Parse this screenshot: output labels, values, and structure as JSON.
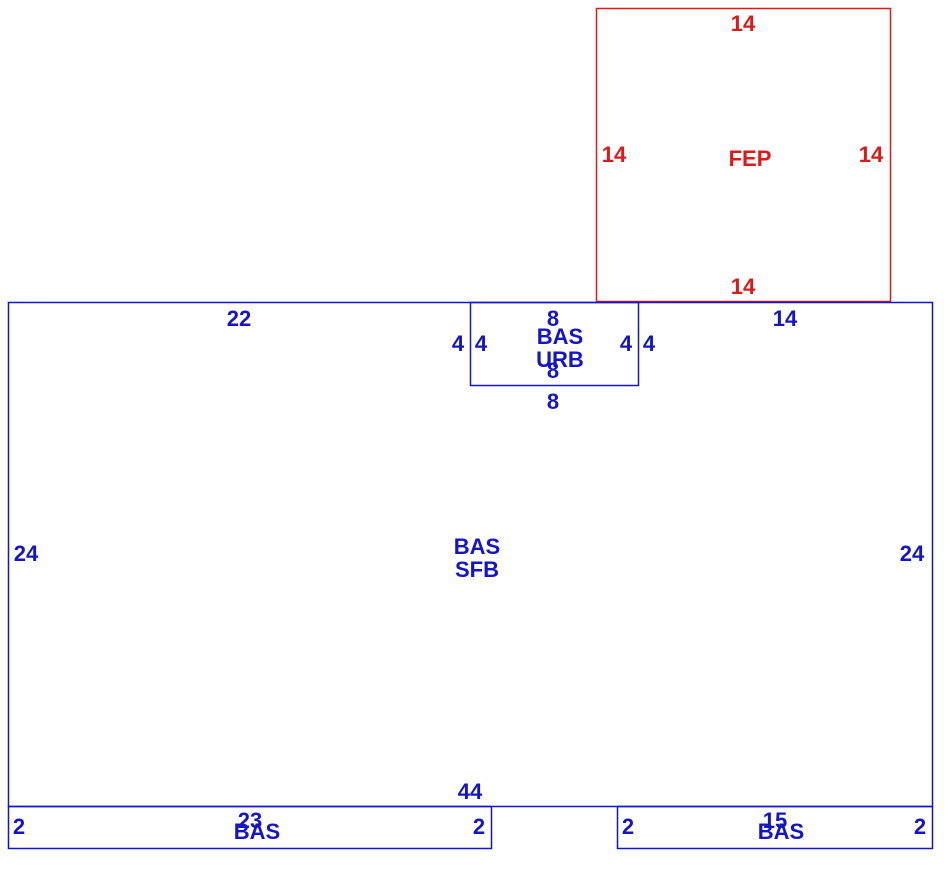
{
  "colors": {
    "main": "#1515c8",
    "porch": "#dd1a1a",
    "background": "#ffffff"
  },
  "porch": {
    "code": "FEP",
    "top": "14",
    "bottom": "14",
    "left": "14",
    "right": "14"
  },
  "main_area": {
    "code_line1": "BAS",
    "code_line2": "SFB",
    "top_left": "22",
    "top_right": "14",
    "left": "24",
    "right": "24",
    "bottom": "44"
  },
  "bay": {
    "code_line1": "BAS",
    "code_line2": "URB",
    "top": "8",
    "inner_bottom": "8",
    "outer_bottom": "8",
    "left_outer": "4",
    "left_inner": "4",
    "right_inner": "4",
    "right_outer": "4"
  },
  "strip_left": {
    "code": "BAS",
    "length": "23",
    "left": "2",
    "right": "2"
  },
  "strip_right": {
    "code": "BAS",
    "length": "15",
    "left": "2",
    "right": "2"
  }
}
